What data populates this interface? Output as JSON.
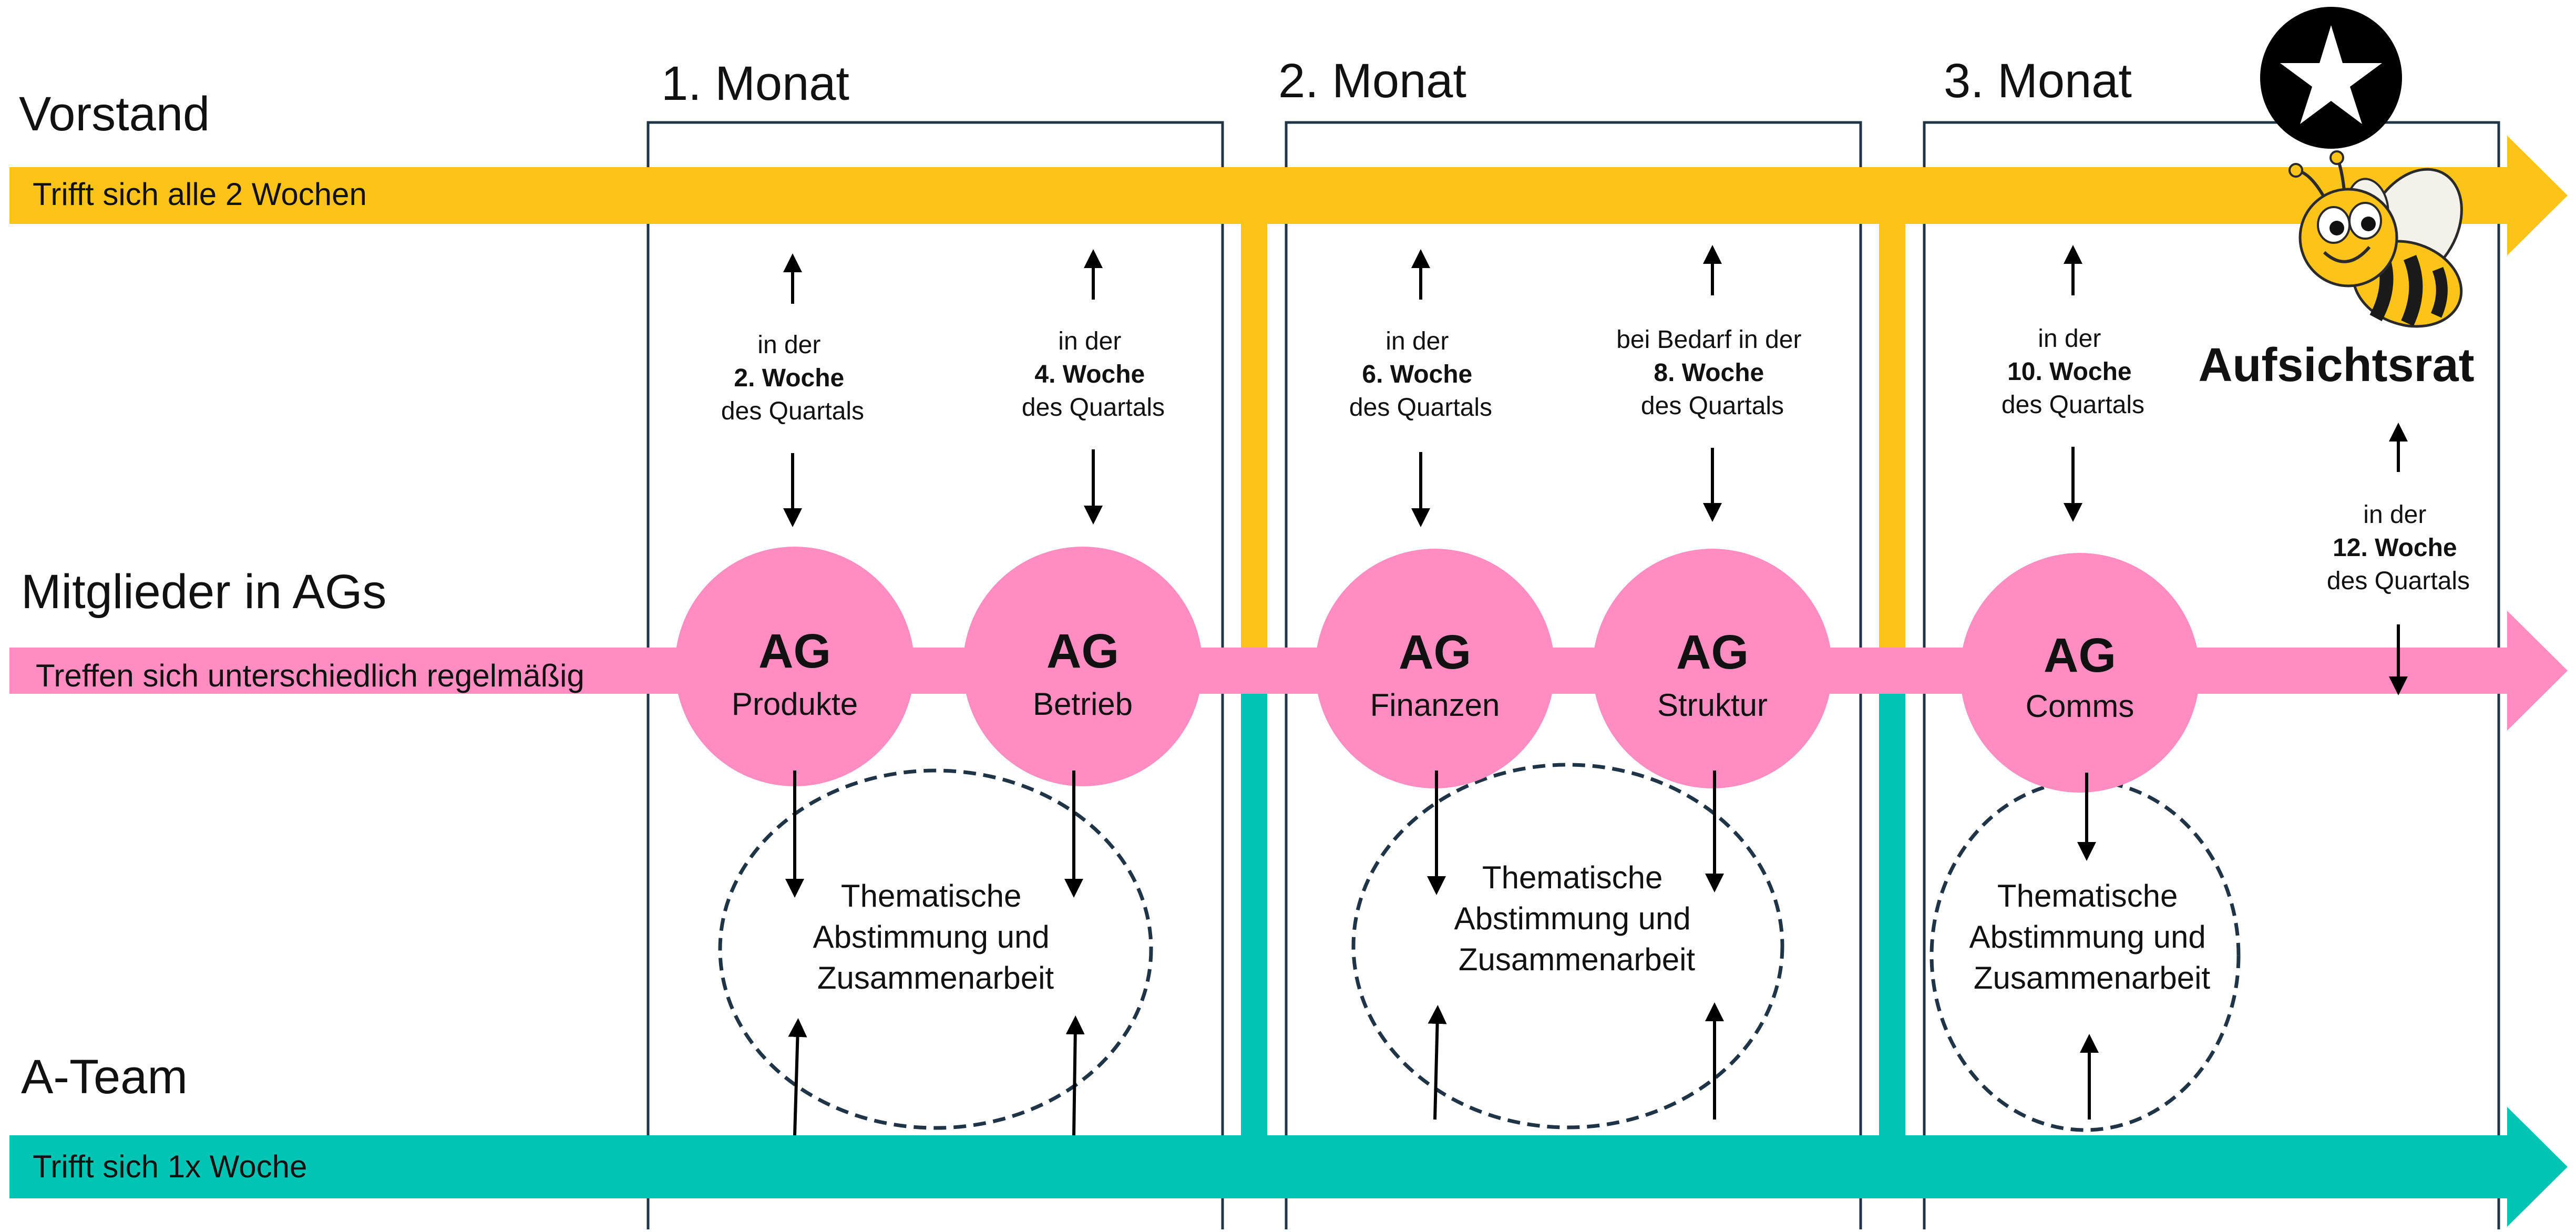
{
  "colors": {
    "vorstand": "#FCC419",
    "mitglieder": "#FF8DC1",
    "ateam": "#00C4B4",
    "box_border": "#1F3447",
    "circle": "#FF8DC1",
    "ellipse_border": "#1F3447",
    "star_bg": "#000000",
    "star": "#FFFFFF"
  },
  "lanes": {
    "vorstand": {
      "title": "Vorstand",
      "label": "Trifft sich alle 2 Wochen"
    },
    "mitglieder": {
      "title": "Mitglieder in AGs",
      "label": "Treffen sich unterschiedlich regelmäßig"
    },
    "ateam": {
      "title": "A-Team",
      "label": "Trifft sich 1x Woche"
    }
  },
  "months": [
    "1. Monat",
    "2. Monat",
    "3. Monat"
  ],
  "ag_prefix": "AG",
  "ags": [
    "Produkte",
    "Betrieb",
    "Finanzen",
    "Struktur",
    "Comms"
  ],
  "week_notes": [
    {
      "line1": "in der",
      "week": "2. Woche",
      "line3": "des Quartals"
    },
    {
      "line1": "in der",
      "week": "4. Woche",
      "line3": "des Quartals"
    },
    {
      "line1": "in der",
      "week": "6. Woche",
      "line3": "des Quartals"
    },
    {
      "line1": "bei Bedarf in der",
      "week": "8. Woche",
      "line3": "des Quartals"
    },
    {
      "line1": "in der",
      "week": "10. Woche",
      "line3": "des Quartals"
    },
    {
      "line1": "in der",
      "week": "12. Woche",
      "line3": "des Quartals"
    }
  ],
  "collaboration_text": [
    "Thematische",
    "Abstimmung und",
    "Zusammenarbeit"
  ],
  "aufsichtsrat": "Aufsichtsrat",
  "icons": {
    "star": "star-icon",
    "bee": "bee-icon"
  }
}
